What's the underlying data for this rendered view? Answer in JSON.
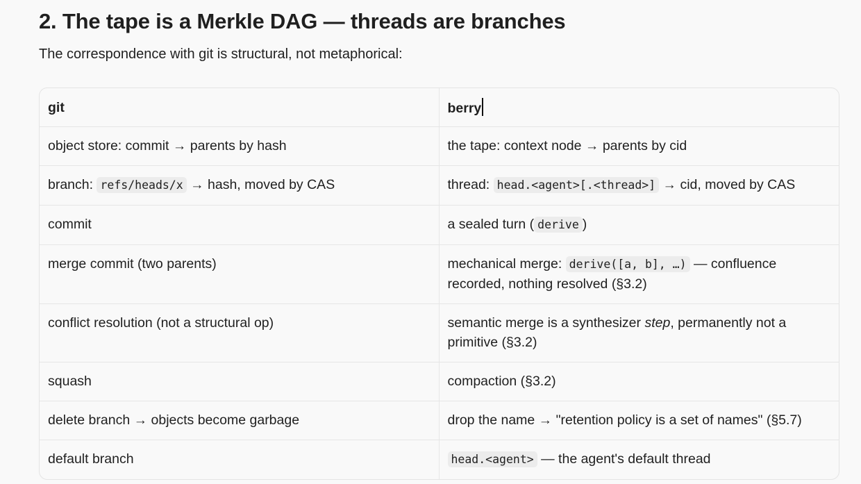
{
  "heading": "2. The tape is a Merkle DAG — threads are branches",
  "intro": "The correspondence with git is structural, not metaphorical:",
  "table": {
    "headers": [
      "git",
      "berry"
    ],
    "rows": [
      {
        "git": "object store: commit → parents by hash",
        "berry": "the tape: context node → parents by cid"
      },
      {
        "git_pre": "branch: ",
        "git_code": "refs/heads/x",
        "git_post": " → hash, moved by CAS",
        "berry_pre": "thread: ",
        "berry_code": "head.<agent>[.<thread>]",
        "berry_post": " → cid, moved by CAS"
      },
      {
        "git": "commit",
        "berry_pre": "a sealed turn (",
        "berry_code": "derive",
        "berry_post": ")"
      },
      {
        "git": "merge commit (two parents)",
        "berry_pre": "mechanical merge: ",
        "berry_code": "derive([a, b], …)",
        "berry_post": " — confluence recorded, nothing resolved (§3.2)"
      },
      {
        "git": "conflict resolution (not a structural op)",
        "berry_pre": "semantic merge is a synthesizer ",
        "berry_em": "step",
        "berry_post": ", permanently not a primitive (§3.2)"
      },
      {
        "git": "squash",
        "berry": "compaction (§3.2)"
      },
      {
        "git": "delete branch → objects become garbage",
        "berry": "drop the name → \"retention policy is a set of names\" (§5.7)"
      },
      {
        "git": "default branch",
        "berry_code": "head.<agent>",
        "berry_post": " — the agent's default thread"
      }
    ]
  }
}
